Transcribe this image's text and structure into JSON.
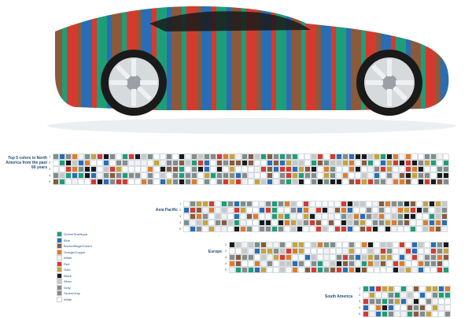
{
  "regions": [
    {
      "label": "Top 5 colors in North America from the past 60 years",
      "key": "north-america"
    },
    {
      "label": "Asia Pacific",
      "key": "asia-pacific"
    },
    {
      "label": "Europe",
      "key": "europe"
    },
    {
      "label": "South America",
      "key": "south-america"
    }
  ],
  "legend": [
    {
      "label": "Green/Teal/Aqua",
      "color": "#1e9e78"
    },
    {
      "label": "Blue",
      "color": "#2a6db5"
    },
    {
      "label": "Brown/Beige/Cream",
      "color": "#8a5a3b"
    },
    {
      "label": "Orange/Copper",
      "color": "#e07b2a"
    },
    {
      "label": "White",
      "color": "#f2f2f2"
    },
    {
      "label": "Red",
      "color": "#d63a2f"
    },
    {
      "label": "Gold",
      "color": "#c9a23a"
    },
    {
      "label": "Black",
      "color": "#1a1a1a"
    },
    {
      "label": "Silver",
      "color": "#c8c8c8"
    },
    {
      "label": "Gray",
      "color": "#8a8a8a"
    },
    {
      "label": "Green/Gray",
      "color": "#7d8f86"
    },
    {
      "label": "White",
      "color": "#ffffff"
    }
  ],
  "row_numbers": [
    "1",
    "2",
    "3",
    "4",
    "5"
  ],
  "car": {
    "stripe_colors": [
      "#2a6db5",
      "#1e9e78",
      "#d63a2f",
      "#1f88c9",
      "#8a5a3b",
      "#e07b2a",
      "#1e9e78",
      "#c8c8c8"
    ]
  }
}
